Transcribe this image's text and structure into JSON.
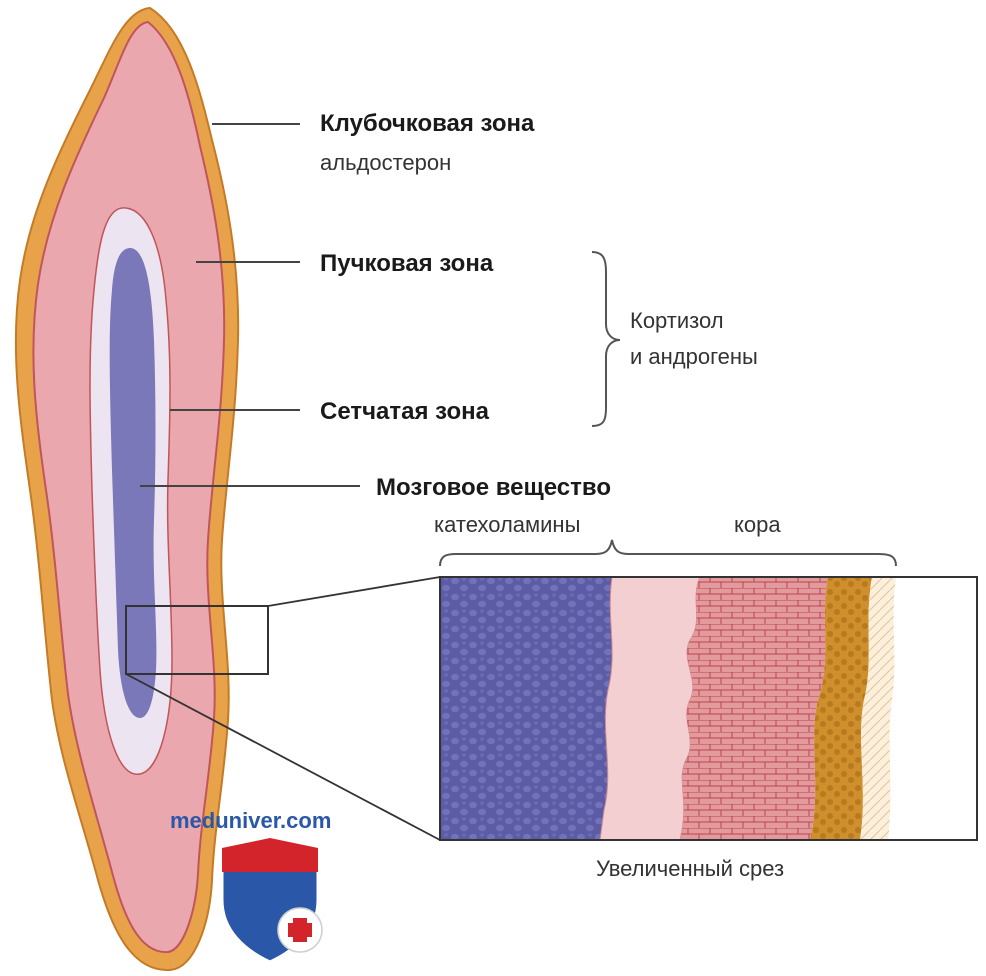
{
  "labels": {
    "glomerulosa": "Клубочковая зона",
    "glomerulosa_hormone": "альдостерон",
    "fasciculata": "Пучковая зона",
    "reticularis": "Сетчатая зона",
    "cortisol_line1": "Кортизол",
    "cortisol_line2": "и андрогены",
    "medulla": "Мозговое вещество",
    "catecholamines": "катехоламины",
    "cortex": "кора",
    "magnified_section": "Увеличенный срез"
  },
  "watermark": {
    "text": "meduniver.com"
  },
  "colors": {
    "capsule": "#e8a24a",
    "cortex_pink": "#e8a3ab",
    "reticularis": "#ece4f0",
    "medulla": "#7a78b8",
    "medulla_section": "#5b5ca5",
    "fasciculata_section": "#d98a8e",
    "glomerulosa_section": "#c98a2a",
    "logo_blue": "#2b57a8",
    "logo_red": "#d3242b"
  }
}
